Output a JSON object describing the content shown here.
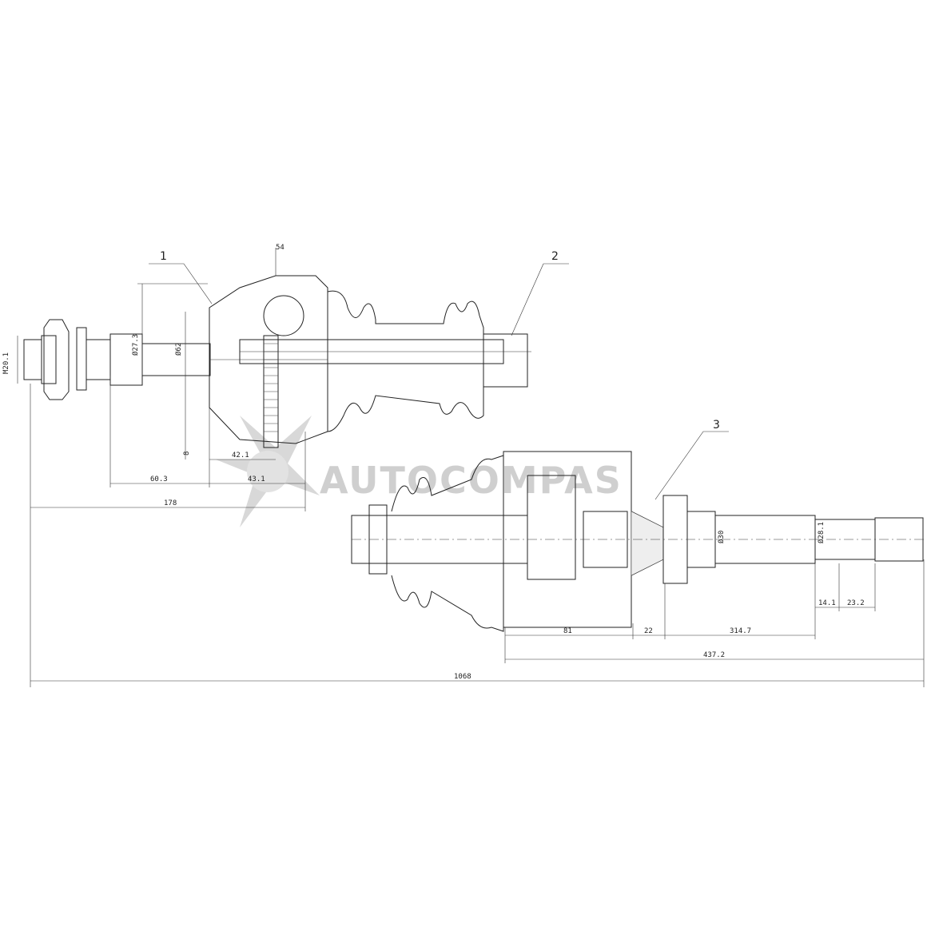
{
  "callouts": {
    "part1": "1",
    "part2": "2",
    "part3": "3"
  },
  "dimensions": {
    "thread_dia": "M20.1",
    "spline_dia": "Ø27.3",
    "shaft_dia": "Ø62",
    "abs_teeth": "54",
    "dim_8": "8",
    "dim_42_1": "42.1",
    "dim_43_1": "43.1",
    "dim_60_3": "60.3",
    "dim_178": "178",
    "dim_81": "81",
    "dim_22": "22",
    "dim_314_7": "314.7",
    "dim_14_1": "14.1",
    "dim_23_2": "23.2",
    "dim_437_2": "437.2",
    "dim_1068": "1068",
    "dia_30": "Ø30",
    "dia_28_1": "Ø28.1"
  },
  "watermark": {
    "text": "AUTOCOMPAS"
  },
  "colors": {
    "line": "#222222",
    "watermark": "#cfcfcf",
    "background": "#ffffff"
  }
}
